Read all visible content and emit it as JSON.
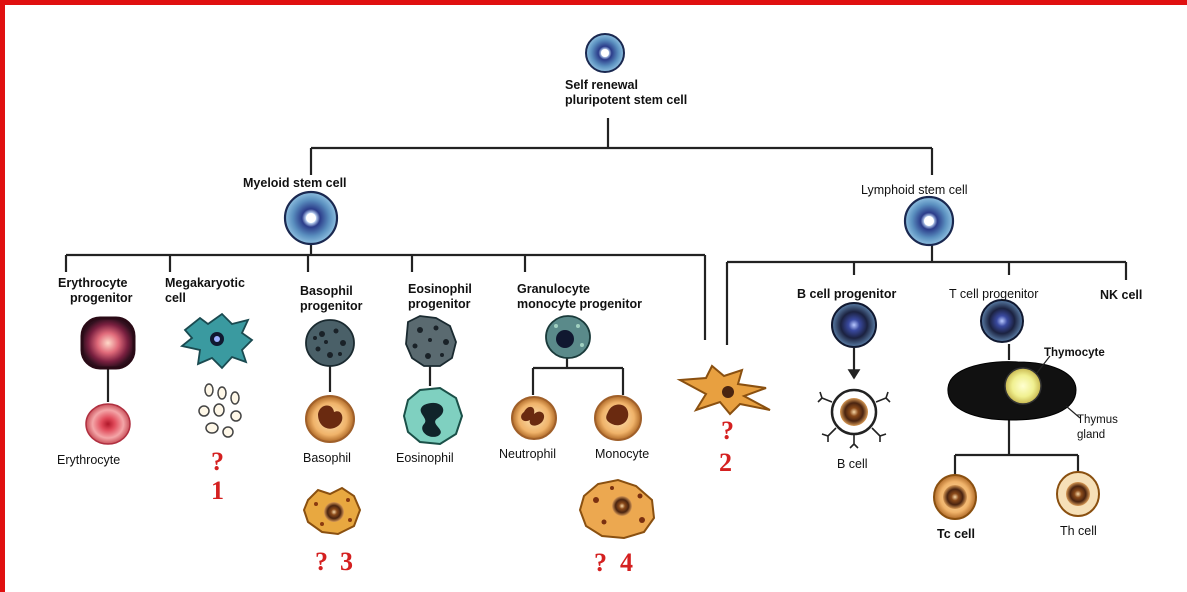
{
  "border_color": "#e01010",
  "question_color": "#d42020",
  "labels": {
    "stem_line1": "Self renewal",
    "stem_line2": "pluripotent stem cell",
    "myeloid": "Myeloid stem cell",
    "lymphoid": "Lymphoid stem cell",
    "erythro_prog_l1": "Erythrocyte",
    "erythro_prog_l2": "progenitor",
    "mega_l1": "Megakaryotic",
    "mega_l2": "cell",
    "baso_prog_l1": "Basophil",
    "baso_prog_l2": "progenitor",
    "eosino_prog_l1": "Eosinophil",
    "eosino_prog_l2": "progenitor",
    "gran_prog_l1": "Granulocyte",
    "gran_prog_l2": "monocyte progenitor",
    "b_prog": "B cell progenitor",
    "t_prog": "T cell progenitor",
    "nk": "NK cell",
    "erythrocyte": "Erythrocyte",
    "basophil": "Basophil",
    "eosinophil": "Eosinophil",
    "neutrophil": "Neutrophil",
    "monocyte": "Monocyte",
    "b_cell": "B cell",
    "thymocyte": "Thymocyte",
    "thymus_l1": "Thymus",
    "thymus_l2": "gland",
    "tc_cell": "Tc cell",
    "th_cell": "Th cell"
  },
  "questions": {
    "q1_mark": "?",
    "q1_num": "1",
    "q2_mark": "?",
    "q2_num": "2",
    "q3_mark": "?",
    "q3_num": "3",
    "q4_mark": "?",
    "q4_num": "4"
  }
}
